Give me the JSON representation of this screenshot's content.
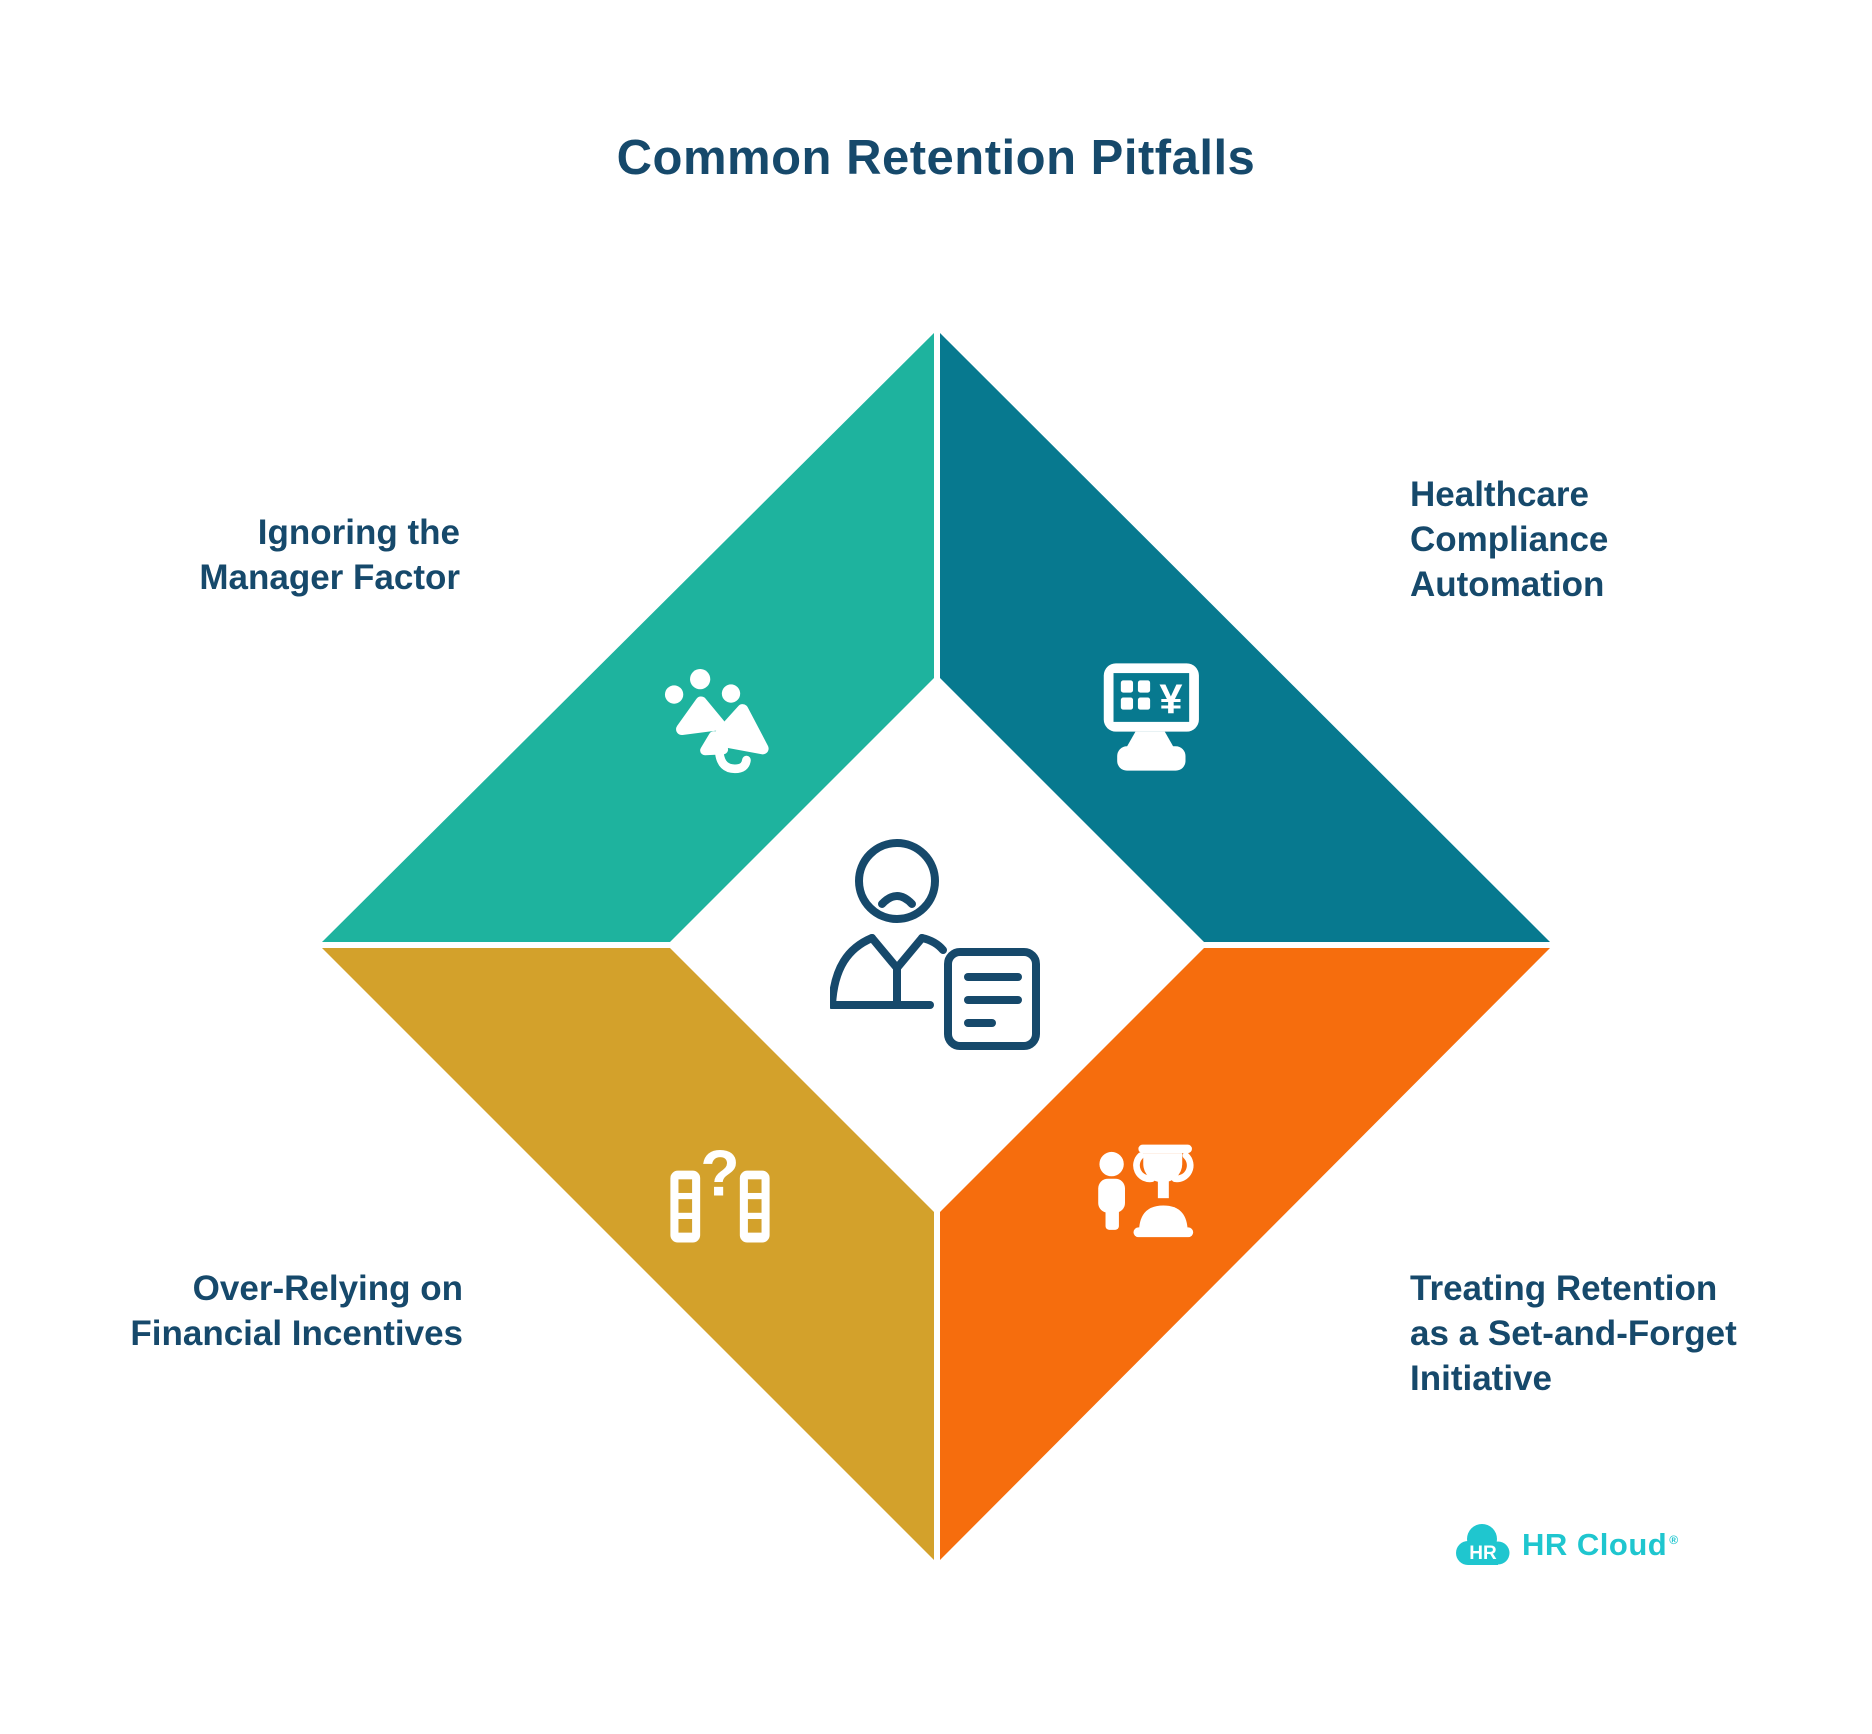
{
  "title": "Common Retention Pitfalls",
  "colors": {
    "background": "#FFFFFF",
    "navy": "#16496B",
    "teal": "#1EB39E",
    "dark_teal": "#07798F",
    "gold": "#D3A12B",
    "orange": "#F66D0D",
    "white": "#FFFFFF",
    "logo_teal": "#1FC6CF"
  },
  "quadrants": {
    "top_left": {
      "label": "Ignoring the\nManager Factor",
      "icon": "announcement-people-icon"
    },
    "top_right": {
      "label": "Healthcare\nCompliance\nAutomation",
      "icon": "compliance-terminal-icon"
    },
    "bottom_left": {
      "label": "Over-Relying on\nFinancial Incentives",
      "icon": "buildings-question-icon"
    },
    "bottom_right": {
      "label": "Treating Retention\nas a Set-and-Forget\nInitiative",
      "icon": "person-trophy-icon"
    }
  },
  "icon_symbols": {
    "currency": "¥",
    "question": "?"
  },
  "center": {
    "icon": "unhappy-employee-document-icon"
  },
  "logo": {
    "badge": "HR",
    "brand": "HR Cloud",
    "registered": "®"
  }
}
